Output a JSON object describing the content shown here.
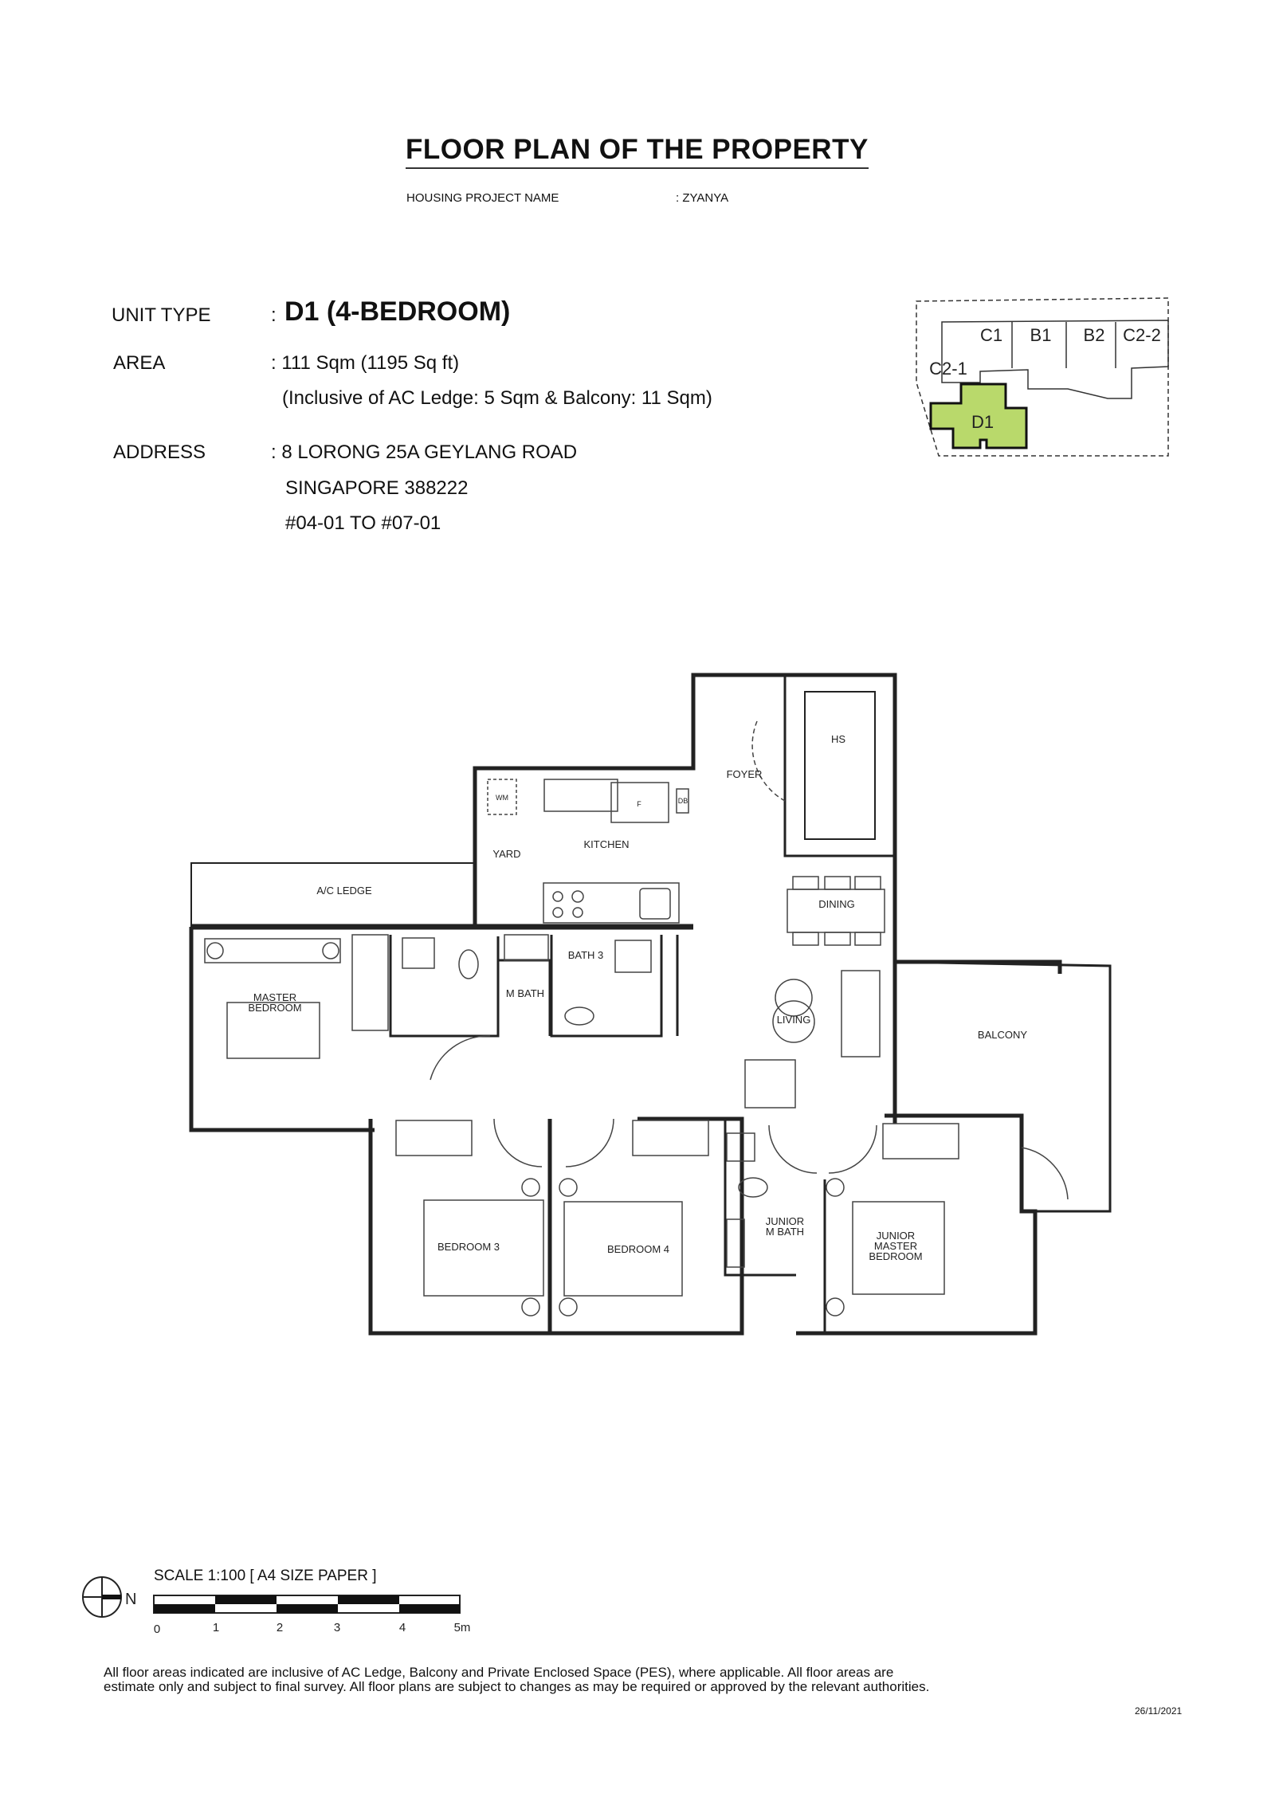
{
  "header": {
    "title": "FLOOR PLAN OF THE PROPERTY",
    "project_label": "HOUSING PROJECT NAME",
    "project_value": ": ZYANYA"
  },
  "details": {
    "unit_type_label": "UNIT TYPE",
    "unit_type_colon": ":",
    "unit_type_value": "D1  (4-BEDROOM)",
    "area_label": "AREA",
    "area_value": ": 111 Sqm (1195 Sq ft)",
    "area_note": "(Inclusive of AC Ledge: 5 Sqm & Balcony: 11 Sqm)",
    "address_label": "ADDRESS",
    "address_lines": [
      ": 8 LORONG 25A GEYLANG ROAD",
      "SINGAPORE 388222",
      "#04-01 TO #07-01"
    ]
  },
  "key_plan": {
    "units": [
      "C1",
      "B1",
      "B2",
      "C2-2",
      "C2-1",
      "D1"
    ],
    "highlight_color": "#b9d96b"
  },
  "rooms": {
    "ac_ledge": "A/C LEDGE",
    "yard": "YARD",
    "wm": "WM",
    "kitchen": "KITCHEN",
    "fridge": "F",
    "db": "DB",
    "foyer": "FOYER",
    "hs": "HS",
    "dining": "DINING",
    "master_bedroom": [
      "MASTER",
      "BEDROOM"
    ],
    "m_bath": "M BATH",
    "bath3": "BATH 3",
    "living": "LIVING",
    "balcony": "BALCONY",
    "bedroom3": "BEDROOM 3",
    "bedroom4": "BEDROOM 4",
    "junior_m_bath": [
      "JUNIOR",
      "M BATH"
    ],
    "junior_master_bedroom": [
      "JUNIOR",
      "MASTER",
      "BEDROOM"
    ]
  },
  "scale": {
    "label": "SCALE 1:100 [ A4 SIZE PAPER ]",
    "ticks": [
      "0",
      "1",
      "2",
      "3",
      "4",
      "5m"
    ],
    "north": "N"
  },
  "footer": {
    "disclaimer": "All floor areas indicated are inclusive of AC Ledge, Balcony and Private Enclosed Space (PES), where applicable. All floor areas are estimate only and subject to final survey. All floor plans are subject to changes as may be required or approved by the relevant authorities.",
    "date": "26/11/2021"
  }
}
